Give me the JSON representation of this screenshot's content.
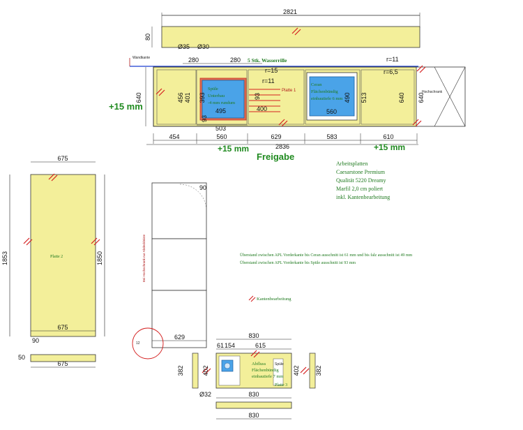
{
  "colors": {
    "panel": "#f3ef9a",
    "cutout": "#4aa3e8",
    "red": "#d42020",
    "green": "#1f8a1f",
    "line": "#222222"
  },
  "top_plan": {
    "overall_width": "2821",
    "slab_thickness": "80",
    "d35": "Ø35",
    "d30": "Ø30",
    "w280a": "280",
    "w280b": "280",
    "wasserrille": "5 Stk. Wasserrille",
    "r11_top": "r=11",
    "r15": "r=15",
    "r11_mid": "r=11",
    "r65": "r=6,5",
    "depth_640_left": "640",
    "depth_456": "456",
    "depth_401": "401",
    "depth_393": "393",
    "depth_93": "93",
    "depth_93b": "93",
    "w400": "400",
    "w495": "495",
    "w503": "503",
    "w560a": "560",
    "w560b": "560",
    "depth_513": "513",
    "depth_490": "490",
    "depth_640_right": "640",
    "depth_640_far": "640",
    "platte1": "Platte 1",
    "sink_label_1": "Spüle",
    "sink_label_2": "Unterbau",
    "sink_label_3": "-4 mm rundum",
    "ceran_label_1": "Ceran",
    "ceran_label_2": "Flächenbündig",
    "ceran_label_3": "einbautiefe 6 mm",
    "wandkante": "Wandkante",
    "seg_454": "454",
    "seg_560": "560",
    "seg_629": "629",
    "seg_583": "583",
    "seg_610": "610",
    "total_2836": "2836",
    "plus15_left": "+15 mm",
    "plus15_bottom": "+15 mm",
    "plus15_right": "+15 mm",
    "freigabe": "Freigabe"
  },
  "material": {
    "line1": "Arbeitsplatten",
    "line2": "Caesarstone Premium",
    "line3": "Qualität 5220 Dreamy",
    "line4": "Marfil 2,0 cm poliert",
    "line5": "inkl. Kantenbearbeitung"
  },
  "plate2": {
    "width_top": "675",
    "width_mid": "675",
    "width_bottom": "675",
    "height_left": "1853",
    "height_right": "1850",
    "label": "Platte 2",
    "angle": "90",
    "thickness": "50"
  },
  "cabinet": {
    "angle": "90",
    "w629": "629",
    "vertical_note": "Bei Hochschrank nur Abdeckleiste"
  },
  "notes": {
    "line1": "Überstand zwischen APL Vorderkante bis Ceran ausschnitt ist 61 mm und bis falz ausschnitt ist 49 mm",
    "line2": "Überstand zwischen APL Vorderkante bis Spüle ausschnitt ist 93 mm",
    "kanten": "Kantenbearbeitung"
  },
  "plate3": {
    "w830_top": "830",
    "w61": "61",
    "w154": "154",
    "w615": "615",
    "w830_mid": "830",
    "w830_bottom": "830",
    "h382_left": "382",
    "h402_left": "402",
    "h402_right": "402",
    "h382_right": "382",
    "d32": "Ø32",
    "h12": "12",
    "abfluss_1": "Abfluss",
    "abfluss_2": "Flächenbündig",
    "abfluss_3": "einbautiefe 7 mm",
    "label": "Platte 3",
    "spuele_small": "Spüle"
  }
}
